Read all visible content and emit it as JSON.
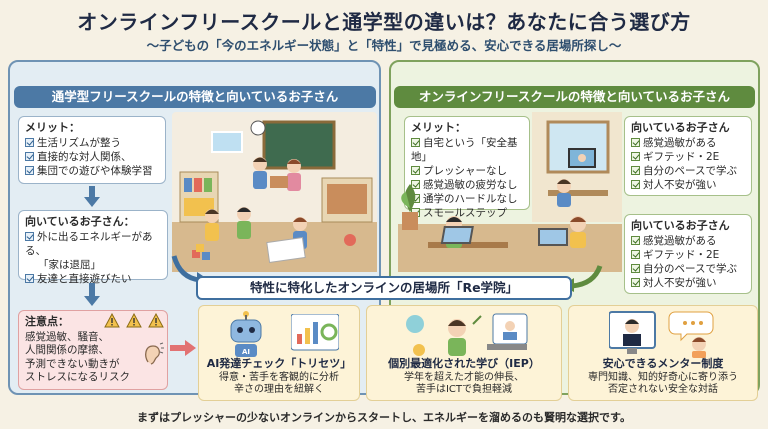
{
  "title": "オンラインフリースクールと通学型の違いは？あなたに合う選び方",
  "subtitle": "〜子どもの「今のエネルギー状態」と「特性」で見極める、安心できる居場所探し〜",
  "left": {
    "heading": "通学型フリースクールの特徴と向いているお子さん",
    "merit_title": "メリット：",
    "merits": [
      "生活リズムが整う",
      "直接的な対人関係、",
      "集団での遊びや体験学習"
    ],
    "suited_title": "向いているお子さん：",
    "suited": [
      "外に出るエネルギーがある、",
      "「家は退屈」",
      "友達と直接遊びたい"
    ],
    "caution_title": "注意点：",
    "caution_lines": [
      "感覚過敏、騒音、",
      "人間関係の摩擦、",
      "予測できない動きが",
      "ストレスになるリスク"
    ]
  },
  "right": {
    "heading": "オンラインフリースクールの特徴と向いているお子さん",
    "merit_title": "メリット：",
    "merits": [
      "自宅という「安全基地」",
      "プレッシャーなし",
      "感覚過敏の疲労なし",
      "通学のハードルなし",
      "スモールステップ"
    ],
    "suited_title_1": "向いているお子さん",
    "suited_1": [
      "感覚過敏がある",
      "ギフテッド・2E",
      "自分のペースで学ぶ",
      "対人不安が強い"
    ],
    "suited_title_2": "向いているお子さん",
    "suited_2": [
      "感覚過敏がある",
      "ギフテッド・2E",
      "自分のペースで学ぶ",
      "対人不安が強い"
    ]
  },
  "center": {
    "heading": "特性に特化したオンラインの居場所「Re学院」",
    "features": [
      {
        "title": "AI発達チェック「トリセツ」",
        "lines": [
          "得意・苦手を客観的に分析",
          "辛さの理由を紐解く"
        ]
      },
      {
        "title": "個別最適化された学び（IEP）",
        "lines": [
          "学年を超えた才能の伸長、",
          "苦手はICTで負担軽減"
        ]
      },
      {
        "title": "安心できるメンター制度",
        "lines": [
          "専門知識、知的好奇心に寄り添う",
          "否定されない安全な対話"
        ]
      }
    ],
    "ai_badge": "AI"
  },
  "footer": "まずはプレッシャーの少ないオンラインからスタートし、エネルギーを溜めるのも賢明な選択です。",
  "colors": {
    "left_accent": "#4c79a5",
    "right_accent": "#5f8b3f",
    "caution_bg": "#fbe4e4"
  }
}
